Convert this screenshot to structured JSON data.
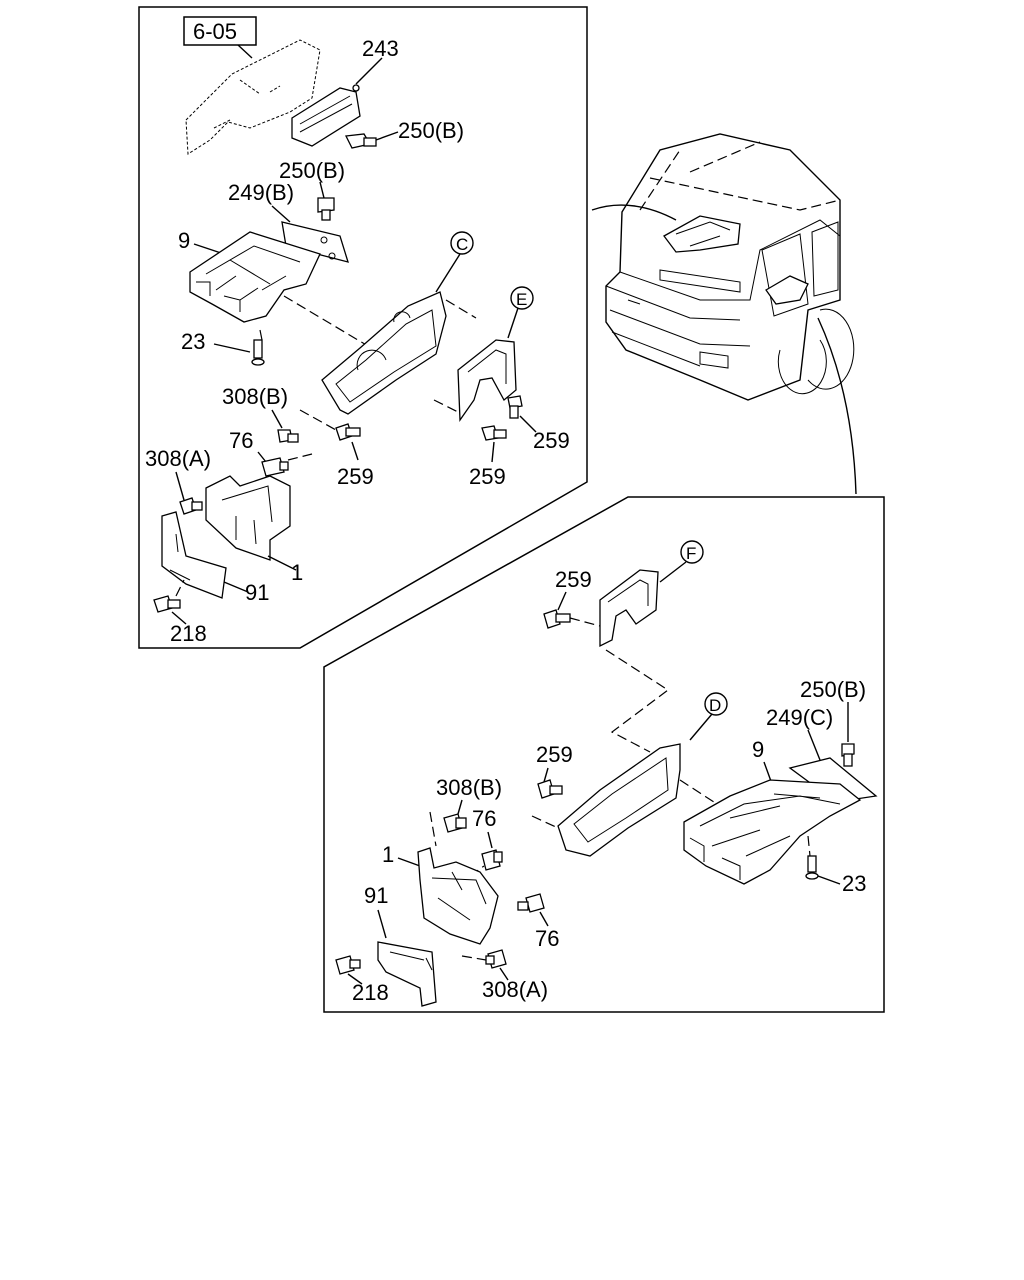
{
  "top_panel": {
    "reference": "6-05",
    "labels": {
      "p243": "243",
      "p250b_a": "250(B)",
      "p250b_b": "250(B)",
      "p249b": "249(B)",
      "p9": "9",
      "callout_c": "C",
      "callout_e": "E",
      "p23": "23",
      "p308b": "308(B)",
      "p76": "76",
      "p308a": "308(A)",
      "p259_a": "259",
      "p259_b": "259",
      "p259_c": "259",
      "p1": "1",
      "p91": "91",
      "p218": "218"
    }
  },
  "bottom_panel": {
    "labels": {
      "callout_f": "F",
      "p259_a": "259",
      "callout_d": "D",
      "p250b": "250(B)",
      "p249c": "249(C)",
      "p9": "9",
      "p259_b": "259",
      "p308b": "308(B)",
      "p76_a": "76",
      "p1": "1",
      "p23": "23",
      "p91": "91",
      "p76_b": "76",
      "p218": "218",
      "p308a": "308(A)"
    }
  }
}
